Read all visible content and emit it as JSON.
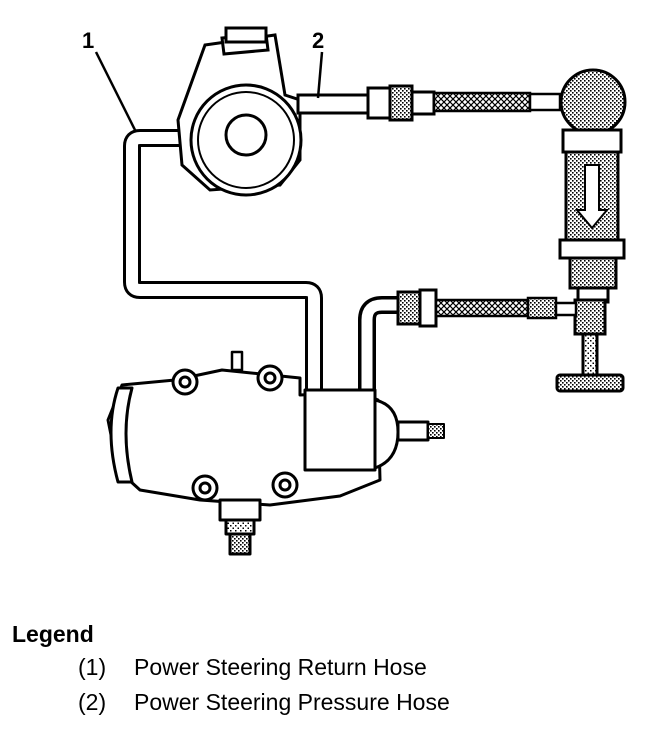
{
  "callouts": [
    {
      "id": "1",
      "label": "1"
    },
    {
      "id": "2",
      "label": "2"
    }
  ],
  "legend": {
    "title": "Legend",
    "items": [
      {
        "number": "(1)",
        "text": "Power Steering Return Hose"
      },
      {
        "number": "(2)",
        "text": "Power Steering Pressure Hose"
      }
    ]
  },
  "colors": {
    "ink": "#000000",
    "paper": "#ffffff",
    "shade": "#9a9a9a"
  }
}
